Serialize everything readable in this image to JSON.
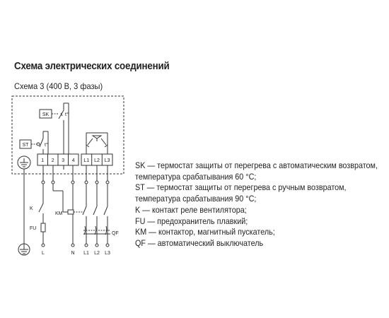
{
  "title": "Схема электрических соединений",
  "subtitle": "Схема 3 (400 В, 3 фазы)",
  "diagram": {
    "terminals": [
      "1",
      "2",
      "3",
      "4",
      "L1",
      "L2",
      "L3"
    ],
    "labels": {
      "sk": "SK",
      "st": "ST",
      "t_sk": "t°",
      "t_st": "t°",
      "k": "K",
      "fu": "FU",
      "km": "KM",
      "qf": "QF",
      "bottom_l": "L",
      "bottom_n": "N",
      "bottom_l1": "L1",
      "bottom_l2": "L2",
      "bottom_l3": "L3"
    }
  },
  "legend": [
    "SK — термостат защиты от перегрева с автоматическим возвратом,",
    "температура срабатывания 60 °C;",
    "ST — термостат защиты от перегрева с ручным возвратом,",
    "температура срабатывания 90 °C;",
    "K — контакт реле вентилятора;",
    "FU — предохранитель плавкий;",
    "KM — контактор, магнитный пускатель;",
    "QF — автоматический выключатель"
  ]
}
